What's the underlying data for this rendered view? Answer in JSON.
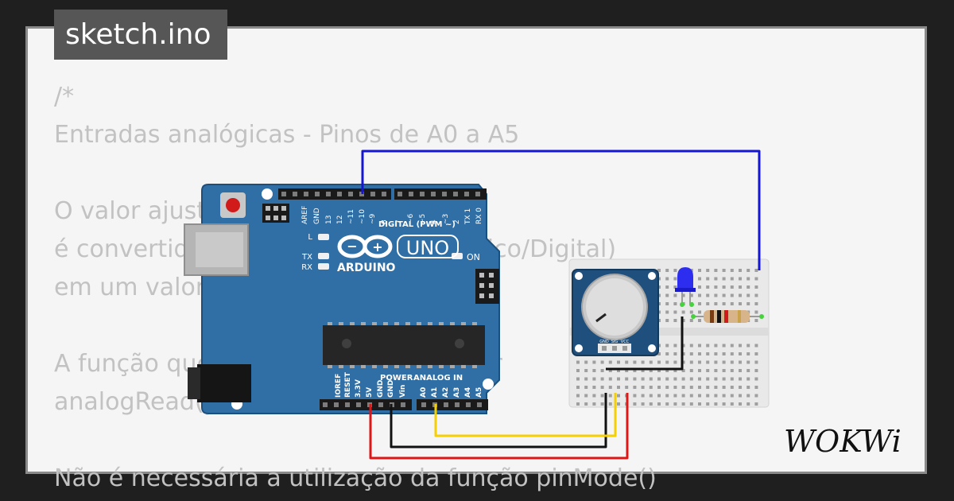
{
  "window": {
    "file_name": "sketch.ino"
  },
  "code_lines": [
    "/*",
    "  Entradas analógicas - Pinos de A0 a A5",
    "",
    "  O valor ajustado no pino de entrada",
    "  é convertido pelo conversor (Analógico/Digital)",
    "  em um valor",
    "",
    "  A função que faz a leitura deste valor",
    "  analogRead(pino)",
    "",
    "  Não é necessária a utilização da função pinMode()"
  ],
  "arduino": {
    "model": "UNO",
    "brand": "ARDUINO",
    "on_label": "ON",
    "digital_label": "DIGITAL (PWM ~)",
    "analog_label": "ANALOG IN",
    "power_label": "POWER",
    "led_labels": [
      "L",
      "TX",
      "RX"
    ],
    "digital_pins": [
      "AREF",
      "GND",
      "13",
      "12",
      "~11",
      "~10",
      "~9",
      "8",
      "7",
      "~6",
      "~5",
      "4",
      "~3",
      "2",
      "TX 1",
      "RX 0"
    ],
    "power_pins": [
      "IOREF",
      "RESET",
      "3.3V",
      "5V",
      "GND",
      "GND",
      "Vin"
    ],
    "analog_pins": [
      "A0",
      "A1",
      "A2",
      "A3",
      "A4",
      "A5"
    ],
    "colors": {
      "board": "#2f6fa5",
      "board_edge": "#1d4f7c",
      "chip": "#262626"
    }
  },
  "potentiometer": {
    "pin_labels": [
      "GND",
      "SIG",
      "VCC"
    ]
  },
  "wires": {
    "blue": "#1515d6",
    "red": "#e01616",
    "black": "#111111",
    "yellow": "#f5d000"
  },
  "logo": {
    "text": "WOKWi"
  }
}
